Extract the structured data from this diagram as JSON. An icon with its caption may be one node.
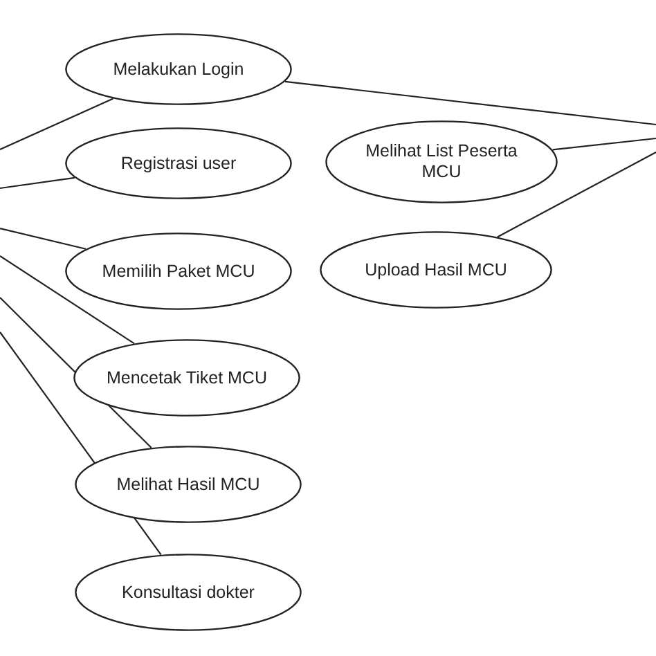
{
  "diagram": {
    "nodes": [
      {
        "text": [
          "Melakukan Login"
        ]
      },
      {
        "text": [
          "Registrasi user"
        ]
      },
      {
        "text": [
          "Memilih Paket MCU"
        ]
      },
      {
        "text": [
          "Mencetak Tiket MCU"
        ]
      },
      {
        "text": [
          "Melihat Hasil MCU"
        ]
      },
      {
        "text": [
          "Konsultasi dokter"
        ]
      },
      {
        "text": [
          "Melihat List Peserta MCU"
        ]
      },
      {
        "text": [
          "Upload Hasil MCU"
        ]
      }
    ],
    "edges": [
      {
        "from": null,
        "to": 0,
        "arrow": "none"
      },
      {
        "from": null,
        "to": 1,
        "arrow": "none"
      },
      {
        "from": null,
        "to": 2,
        "arrow": "none"
      },
      {
        "from": null,
        "to": 3,
        "arrow": "none"
      },
      {
        "from": null,
        "to": 4,
        "arrow": "none"
      },
      {
        "from": null,
        "to": 5,
        "arrow": "none"
      },
      {
        "from": null,
        "to": 0,
        "arrow": "none"
      },
      {
        "from": null,
        "to": 6,
        "arrow": "none"
      },
      {
        "from": null,
        "to": 7,
        "arrow": "none"
      }
    ]
  }
}
